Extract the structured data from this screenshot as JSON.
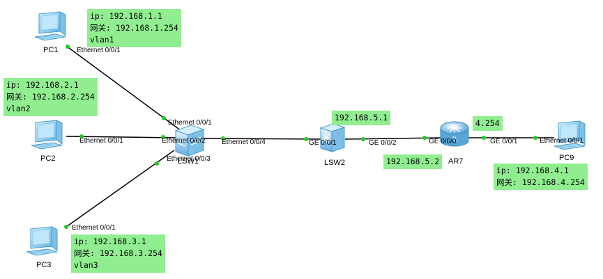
{
  "devices": {
    "pc1": "PC1",
    "pc2": "PC2",
    "pc3": "PC3",
    "pc9": "PC9",
    "lsw1": "LSW1",
    "lsw2": "LSW2",
    "ar7": "AR7"
  },
  "ports": {
    "pc1_e001": "Ethernet 0/0/1",
    "pc2_e001": "Ethernet 0/0/1",
    "pc3_e001": "Ethernet 0/0/1",
    "lsw1_e001": "Ethernet 0/0/1",
    "lsw1_e002": "Ethernet 0/0/2",
    "lsw1_e003": "Ethernet 0/0/3",
    "lsw1_e004": "Ethernet 0/0/4",
    "lsw2_ge001": "GE 0/0/1",
    "lsw2_ge002": "GE 0/0/2",
    "ar7_ge000": "GE 0/0/0",
    "ar7_ge001": "GE 0/0/1",
    "pc9_e001": "Ethernet 0/0/1"
  },
  "notes": {
    "pc1": [
      "ip: 192.168.1.1",
      "网关: 192.168.1.254",
      "vlan1"
    ],
    "pc2": [
      "ip: 192.168.2.1",
      "网关: 192.168.2.254",
      "vlan2"
    ],
    "pc3": [
      "ip: 192.168.3.1",
      "网关: 192.168.3.254",
      "vlan3"
    ],
    "pc9": [
      "ip: 192.168.4.1",
      "网关: 192.168.4.254"
    ],
    "lsw2_ip": "192.168.5.1",
    "ar7_ge000_ip": "192.168.5.2",
    "ar7_ge001_ip": "4.254"
  },
  "colors": {
    "note_bg": "#90ee90",
    "link": "#000000",
    "port_dot": "#22cc22",
    "pc_icon": "#7cc8ec",
    "switch_icon": "#6fb6e0",
    "router_icon": "#5aa6d6"
  }
}
